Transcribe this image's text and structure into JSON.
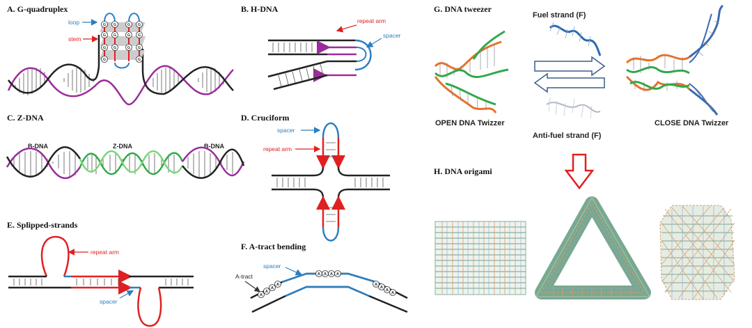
{
  "panels": {
    "a": {
      "title": "A. G-quadruplex",
      "loop": "loop",
      "stem": "stem",
      "base": "G"
    },
    "b": {
      "title": "B. H-DNA",
      "repeat_arm": "repeat arm",
      "spacer": "spacer"
    },
    "c": {
      "title": "C. Z-DNA",
      "left": "B-DNA",
      "middle": "Z-DNA",
      "right": "B-DNA"
    },
    "d": {
      "title": "D. Cruciform",
      "spacer": "spacer",
      "repeat_arm": "repeat arm"
    },
    "e": {
      "title": "E. Splipped-strands",
      "repeat_arm": "repeat arm",
      "spacer": "spacer"
    },
    "f": {
      "title": "F. A-tract bending",
      "spacer": "spacer",
      "a_tract": "A-tract",
      "base": "A"
    },
    "g": {
      "title": "G. DNA tweezer",
      "fuel": "Fuel strand (F)",
      "antifuel": "Anti-fuel strand (F)",
      "open": "OPEN DNA Twizzer",
      "close": "CLOSE DNA Twizzer"
    },
    "h": {
      "title": "H. DNA origami"
    }
  },
  "colors": {
    "purple": "#9b2c9b",
    "green": "#2fa84a",
    "lightgreen": "#5fcf5f",
    "red": "#e02020",
    "blue": "#2a7fc0",
    "orange": "#e8702a",
    "dark": "#222222"
  }
}
